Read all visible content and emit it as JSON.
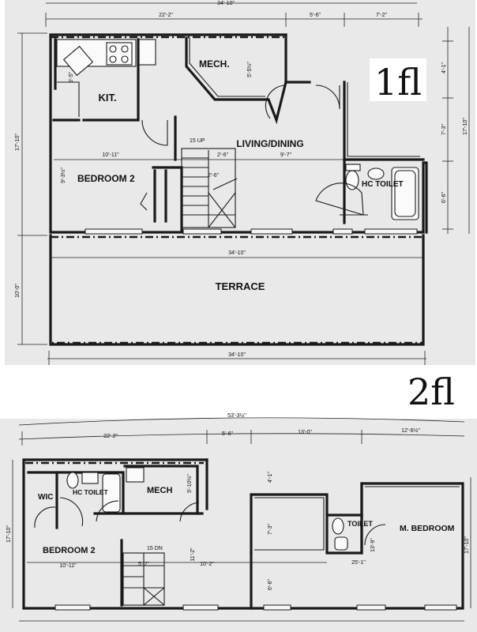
{
  "floor1": {
    "label": "1fl",
    "rooms": {
      "kitchen": "KIT.",
      "mech": "MECH.",
      "living": "LIVING/DINING",
      "bedroom2": "BEDROOM 2",
      "hc_toilet": "HC TOILET",
      "terrace": "TERRACE"
    },
    "stair_note": "15 UP",
    "dims": {
      "top_overall": "34'-10\"",
      "top_a": "22'-2\"",
      "top_b": "5'-6\"",
      "top_c": "7'-2\"",
      "right_a": "4'-1\"",
      "right_b": "7'-3\"",
      "right_c": "6'-6\"",
      "right_total": "17'-10\"",
      "left_total": "17'-10\"",
      "mech_v": "5'-5½\"",
      "kit_v": "5'-5\"",
      "bed_w": "10'-11\"",
      "bed_v": "9'-3½\"",
      "stair_a": "2'-6\"",
      "stair_b": "2'-6\"",
      "living_w": "9'-7\"",
      "terrace_w": "34'-10\"",
      "terrace_d": "10'-0\"",
      "bottom_overall": "34'-10\""
    }
  },
  "floor2": {
    "label": "2fl",
    "rooms": {
      "wic": "WIC",
      "hc_toilet": "HC TOILET",
      "mech": "MECH",
      "bedroom2": "BEDROOM 2",
      "toilet": "TOILET",
      "m_bedroom": "M. BEDROOM"
    },
    "stair_note": "15 DN",
    "dims": {
      "top_overall": "53'-3½\"",
      "top_a": "22'-2\"",
      "top_b": "5'-6\"",
      "top_c": "13'-0\"",
      "top_d": "12'-6½\"",
      "left_total": "17'-10\"",
      "right_total": "17'-10\"",
      "mech_v": "5'-10½\"",
      "hall_v": "4'-1\"",
      "room_v": "7'-3\"",
      "mbed_v": "13'-9\"",
      "bed_w": "10'-11\"",
      "bed_v": "11'-2\"",
      "stair_w": "5'-2\"",
      "hall_w": "10'-2\"",
      "mid_w": "25'-1\"",
      "stair_v": "6'-6\""
    }
  }
}
